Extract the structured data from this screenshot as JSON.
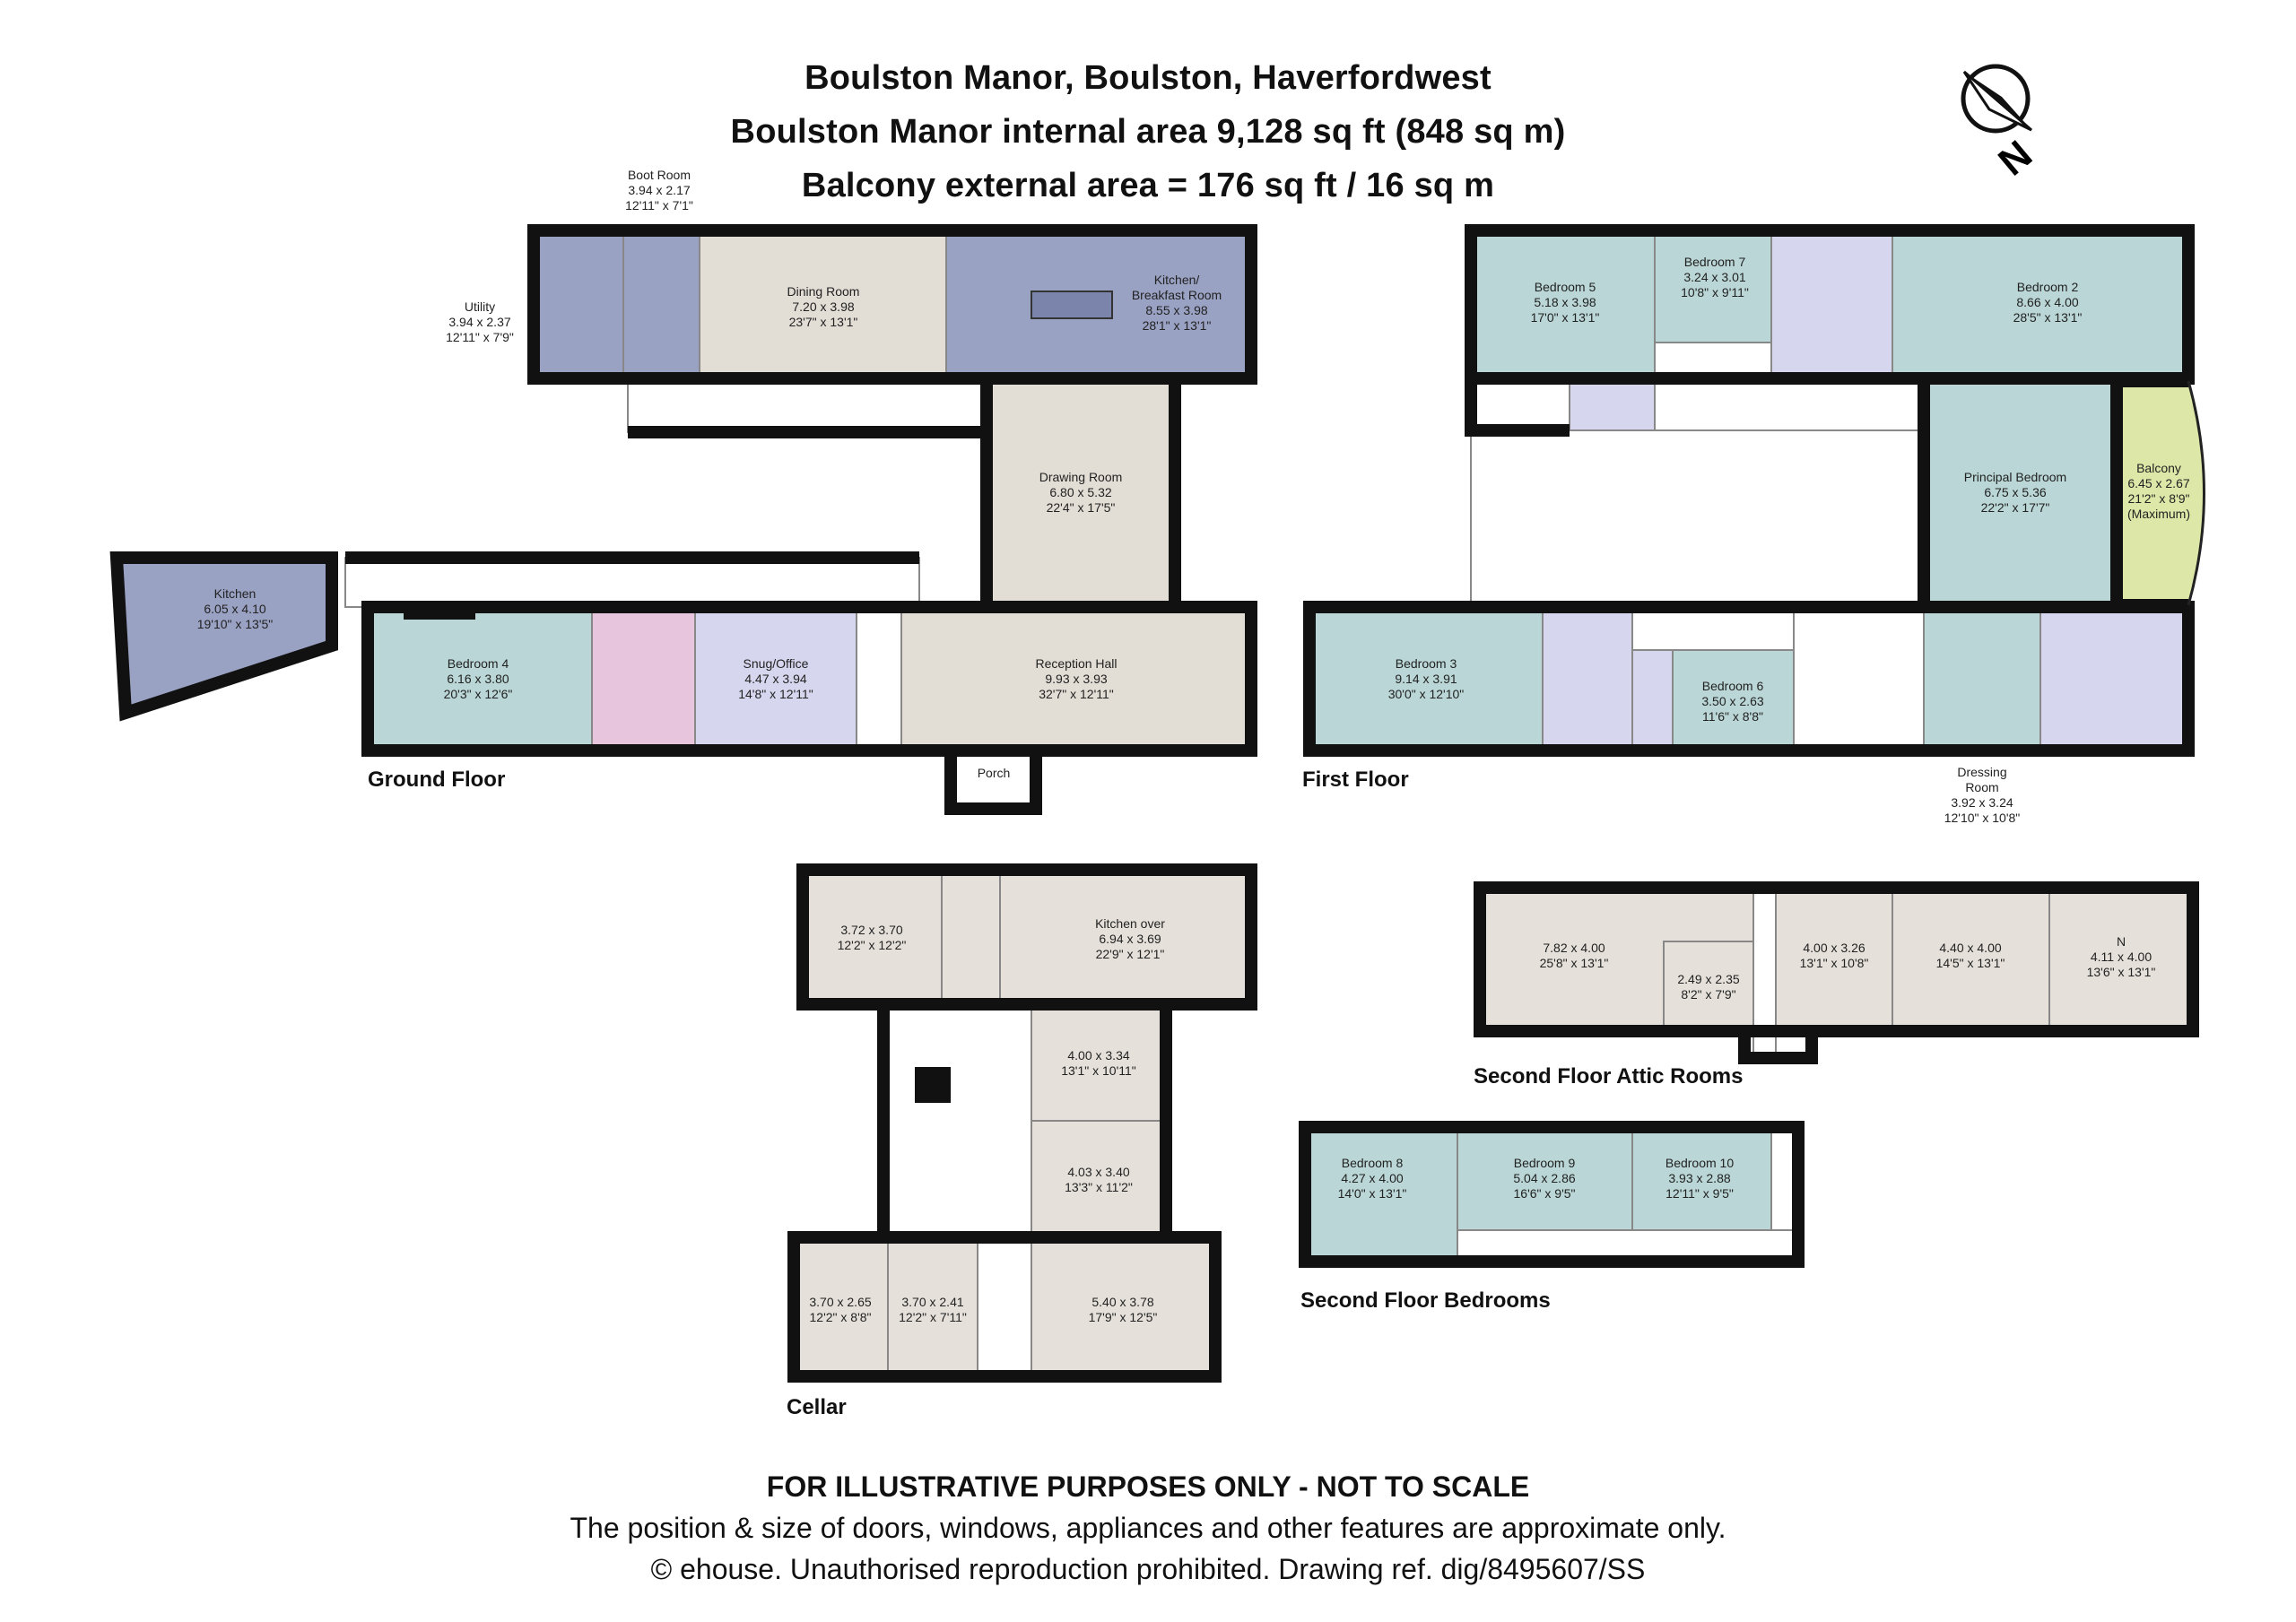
{
  "header": {
    "line1": "Boulston Manor, Boulston, Haverfordwest",
    "line2": "Boulston Manor internal area 9,128 sq ft (848 sq m)",
    "line3": "Balcony external area = 176 sq ft / 16 sq m"
  },
  "compass": {
    "letter": "N",
    "icon": "compass-north-icon"
  },
  "floors": {
    "ground": "Ground Floor",
    "first": "First Floor",
    "cellar": "Cellar",
    "attic": "Second Floor Attic Rooms",
    "bedrooms": "Second Floor Bedrooms"
  },
  "colors": {
    "kitchen": "#9aa2c4",
    "dining": "#e2ddd5",
    "reception": "#e2ddd5",
    "bedroom": "#bad6d6",
    "bath": "#d6d6ee",
    "pinkbath": "#e7c5dc",
    "balcony": "#dde8a8",
    "cellar": "#e5e1da"
  },
  "rooms": {
    "boot": {
      "name": "Boot Room",
      "m": "3.94 x 2.17",
      "ft": "12'11\" x 7'1\""
    },
    "utility": {
      "name": "Utility",
      "m": "3.94 x 2.37",
      "ft": "12'11\" x 7'9\""
    },
    "dining": {
      "name": "Dining Room",
      "m": "7.20 x 3.98",
      "ft": "23'7\" x 13'1\""
    },
    "kitbreak": {
      "name1": "Kitchen/",
      "name2": "Breakfast Room",
      "m": "8.55 x 3.98",
      "ft": "28'1\" x 13'1\""
    },
    "drawing": {
      "name": "Drawing Room",
      "m": "6.80 x 5.32",
      "ft": "22'4\" x 17'5\""
    },
    "kitchen": {
      "name": "Kitchen",
      "m": "6.05 x 4.10",
      "ft": "19'10\" x 13'5\""
    },
    "bed4": {
      "name": "Bedroom 4",
      "m": "6.16 x 3.80",
      "ft": "20'3\" x 12'6\""
    },
    "snug": {
      "name": "Snug/Office",
      "m": "4.47 x 3.94",
      "ft": "14'8\" x 12'11\""
    },
    "hall": {
      "name": "Reception Hall",
      "m": "9.93 x 3.93",
      "ft": "32'7\" x 12'11\""
    },
    "porch": {
      "name": "Porch"
    },
    "bed5": {
      "name": "Bedroom 5",
      "m": "5.18 x 3.98",
      "ft": "17'0\" x 13'1\""
    },
    "bed7": {
      "name": "Bedroom 7",
      "m": "3.24 x 3.01",
      "ft": "10'8\" x 9'11\""
    },
    "bed2": {
      "name": "Bedroom 2",
      "m": "8.66 x 4.00",
      "ft": "28'5\" x 13'1\""
    },
    "principal": {
      "name": "Principal Bedroom",
      "m": "6.75 x 5.36",
      "ft": "22'2\" x 17'7\""
    },
    "balcony": {
      "name": "Balcony",
      "m": "6.45 x 2.67",
      "ft": "21'2\" x 8'9\"",
      "note": "(Maximum)"
    },
    "bed3": {
      "name": "Bedroom 3",
      "m": "9.14 x 3.91",
      "ft": "30'0\" x 12'10\""
    },
    "bed6": {
      "name": "Bedroom 6",
      "m": "3.50 x 2.63",
      "ft": "11'6\" x 8'8\""
    },
    "dressing": {
      "name1": "Dressing",
      "name2": "Room",
      "m": "3.92 x 3.24",
      "ft": "12'10\" x 10'8\""
    },
    "c1": {
      "m": "3.72 x 3.70",
      "ft": "12'2\" x 12'2\""
    },
    "kover": {
      "name": "Kitchen over",
      "m": "6.94 x 3.69",
      "ft": "22'9\" x 12'1\""
    },
    "c2": {
      "m": "4.00 x 3.34",
      "ft": "13'1\" x 10'11\""
    },
    "c3": {
      "m": "4.03 x 3.40",
      "ft": "13'3\" x 11'2\""
    },
    "c4": {
      "m": "3.70 x 2.65",
      "ft": "12'2\" x 8'8\""
    },
    "c5": {
      "m": "3.70 x 2.41",
      "ft": "12'2\" x 7'11\""
    },
    "c6": {
      "m": "5.40 x 3.78",
      "ft": "17'9\" x 12'5\""
    },
    "a1": {
      "m": "7.82 x 4.00",
      "ft": "25'8\" x 13'1\""
    },
    "a2": {
      "m": "2.49 x 2.35",
      "ft": "8'2\" x 7'9\""
    },
    "a3": {
      "m": "4.00 x 3.26",
      "ft": "13'1\" x 10'8\""
    },
    "a4": {
      "m": "4.40 x 4.00",
      "ft": "14'5\" x 13'1\""
    },
    "a5": {
      "name": "N",
      "m": "4.11 x 4.00",
      "ft": "13'6\" x 13'1\""
    },
    "bed8": {
      "name": "Bedroom 8",
      "m": "4.27 x 4.00",
      "ft": "14'0\" x 13'1\""
    },
    "bed9": {
      "name": "Bedroom 9",
      "m": "5.04 x 2.86",
      "ft": "16'6\" x 9'5\""
    },
    "bed10": {
      "name": "Bedroom 10",
      "m": "3.93 x 2.88",
      "ft": "12'11\" x 9'5\""
    }
  },
  "footer": {
    "line1": "FOR ILLUSTRATIVE PURPOSES ONLY - NOT TO SCALE",
    "line2": "The position & size of doors, windows, appliances and other features are approximate only.",
    "line3": "© ehouse. Unauthorised reproduction prohibited. Drawing ref. dig/8495607/SS"
  }
}
